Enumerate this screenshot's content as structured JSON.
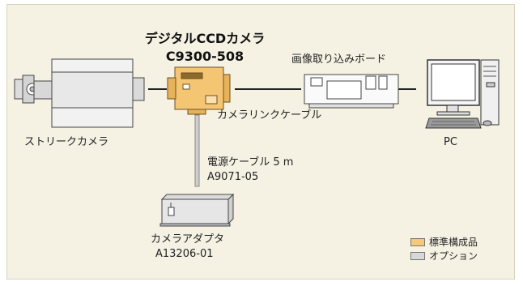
{
  "camera": {
    "title_line1": "デジタルCCDカメラ",
    "title_line2": "C9300-508"
  },
  "labels": {
    "streak_camera": "ストリークカメラ",
    "capture_board": "画像取り込みボード",
    "camera_link_cable": "カメラリンクケーブル",
    "pc": "PC",
    "power_cable_line1": "電源ケーブル 5 m",
    "power_cable_line2": "A9071-05",
    "adapter_line1": "カメラアダプタ",
    "adapter_line2": "A13206-01"
  },
  "legend": [
    {
      "label": "標準構成品",
      "color": "#f6c979"
    },
    {
      "label": "オプション",
      "color": "#d8d8d8"
    }
  ],
  "colors": {
    "standard": "#f6c979",
    "option": "#d8d8d8",
    "background": "#f5f2e4"
  }
}
